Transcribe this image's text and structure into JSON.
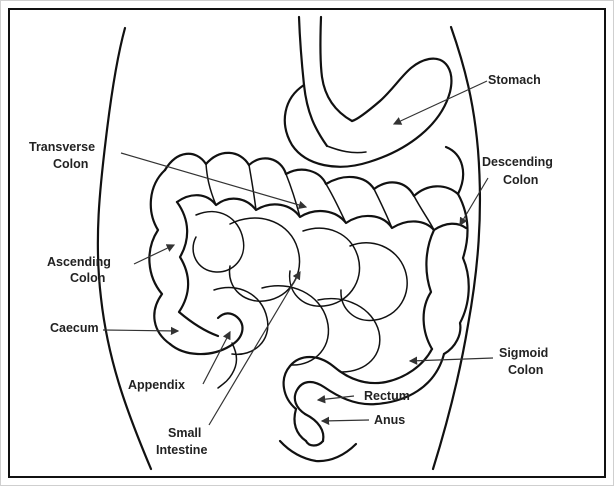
{
  "diagram": {
    "labels": {
      "stomach": "Stomach",
      "transverse_line1": "Transverse",
      "transverse_line2": "Colon",
      "descending_line1": "Descending",
      "descending_line2": "Colon",
      "ascending_line1": "Ascending",
      "ascending_line2": "Colon",
      "caecum": "Caecum",
      "appendix": "Appendix",
      "small_line1": "Small",
      "small_line2": "Intestine",
      "sigmoid_line1": "Sigmoid",
      "sigmoid_line2": "Colon",
      "rectum": "Rectum",
      "anus": "Anus"
    },
    "colors": {
      "ink": "#111111",
      "label": "#222222",
      "background": "#ffffff"
    }
  }
}
